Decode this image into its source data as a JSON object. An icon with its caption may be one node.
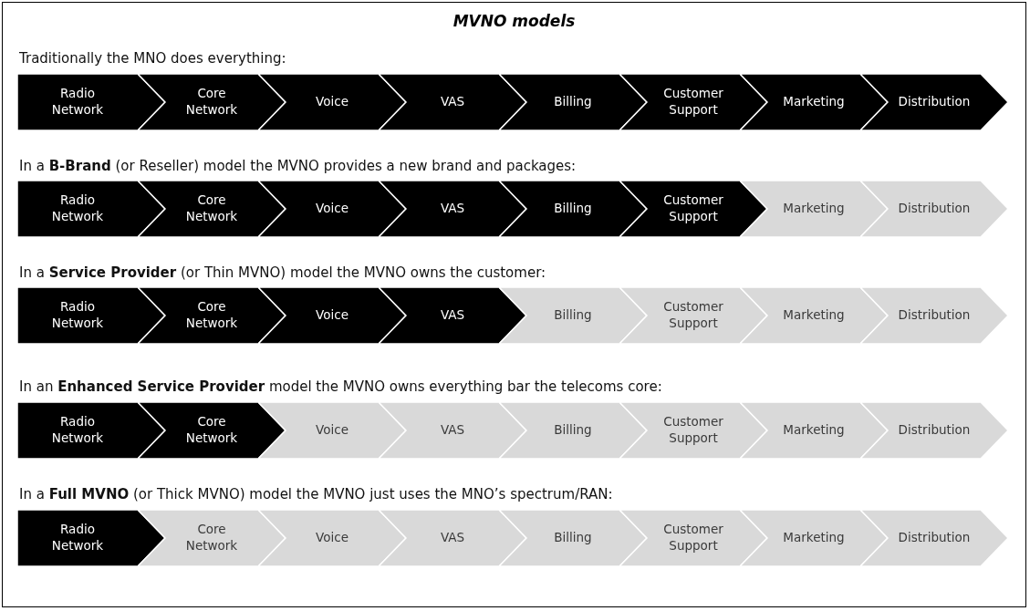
{
  "diagram": {
    "title": "MVNO models",
    "nodes": [
      {
        "text": [
          "Radio Network"
        ]
      },
      {
        "text": [
          "Core Network"
        ]
      },
      {
        "text": [
          "Voice"
        ]
      },
      {
        "text": [
          "VAS"
        ]
      },
      {
        "text": [
          "Billing"
        ]
      },
      {
        "text": [
          "Customer Support"
        ]
      },
      {
        "text": [
          "Marketing"
        ]
      },
      {
        "text": [
          "Distribution"
        ]
      },
      {
        "text": [
          "Radio Network"
        ]
      },
      {
        "text": [
          "Core Network"
        ]
      },
      {
        "text": [
          "Voice"
        ]
      },
      {
        "text": [
          "VAS"
        ]
      },
      {
        "text": [
          "Billing"
        ]
      },
      {
        "text": [
          "Customer Support"
        ]
      },
      {
        "text": [
          "Marketing"
        ]
      },
      {
        "text": [
          "Distribution"
        ]
      },
      {
        "text": [
          "Radio Network"
        ]
      },
      {
        "text": [
          "Core Network"
        ]
      },
      {
        "text": [
          "Voice"
        ]
      },
      {
        "text": [
          "VAS"
        ]
      },
      {
        "text": [
          "Billing"
        ]
      },
      {
        "text": [
          "Customer Support"
        ]
      },
      {
        "text": [
          "Marketing"
        ]
      },
      {
        "text": [
          "Distribution"
        ]
      },
      {
        "text": [
          "Radio Network"
        ]
      },
      {
        "text": [
          "Core Network"
        ]
      },
      {
        "text": [
          "Voice"
        ]
      },
      {
        "text": [
          "VAS"
        ]
      },
      {
        "text": [
          "Billing"
        ]
      },
      {
        "text": [
          "Customer Support"
        ]
      },
      {
        "text": [
          "Marketing"
        ]
      },
      {
        "text": [
          "Distribution"
        ]
      },
      {
        "text": [
          "Radio Network"
        ]
      },
      {
        "text": [
          "Core Network"
        ]
      },
      {
        "text": [
          "Voice"
        ]
      },
      {
        "text": [
          "VAS"
        ]
      },
      {
        "text": [
          "Billing"
        ]
      },
      {
        "text": [
          "Customer Support"
        ]
      },
      {
        "text": [
          "Marketing"
        ]
      },
      {
        "text": [
          "Distribution"
        ]
      }
    ],
    "labels": [
      "Traditionally the MNO does everything:",
      "In a **B-Brand** (or Reseller) model the MVNO provides a new brand and packages:",
      "In a **Service Provider** (or Thin MVNO) model the MVNO owns the customer:",
      "In an **Enhanced Service Provider** model the MVNO owns everything bar the telecoms core:",
      "In a **Full MVNO** (or Thick MVNO) model the MVNO just uses the MNO’s spectrum/RAN:"
    ]
  }
}
